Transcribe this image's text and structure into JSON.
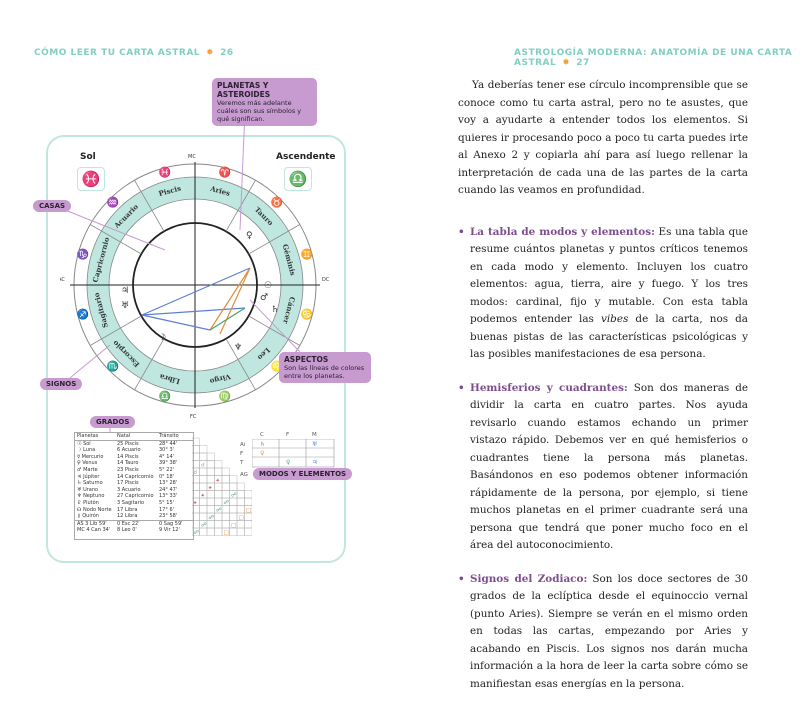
{
  "left_page": {
    "header": {
      "title": "CÓMO LEER TU CARTA ASTRAL",
      "star": "✸",
      "page_number": "26"
    },
    "card": {
      "sol_label": "Sol",
      "ascendente_label": "Ascendente",
      "sol_glyph": "♓",
      "ascendente_glyph": "♎",
      "wheel_signs": [
        "Piscis",
        "Aries",
        "Tauro",
        "Géminis",
        "Cáncer",
        "Leo",
        "Virgo",
        "Libra",
        "Escorpio",
        "Sagitario",
        "Capricornio",
        "Acuario"
      ],
      "wheel_glyphs": [
        "♓",
        "♈",
        "♉",
        "♊",
        "♋",
        "♌",
        "♍",
        "♎",
        "♏",
        "♐",
        "♑",
        "♒"
      ],
      "axis_labels": {
        "mc": "MC",
        "ac": "AC",
        "dc": "DC",
        "fc": "FC"
      },
      "callouts": {
        "planetas": {
          "title": "PLANETAS Y ASTEROIDES",
          "text": "Veremos más adelante cuáles son sus símbolos y qué significan."
        },
        "casas": {
          "title": "CASAS"
        },
        "signos": {
          "title": "SIGNOS"
        },
        "aspectos": {
          "title": "ASPECTOS",
          "text": "Son las líneas de colores entre los planetas."
        },
        "grados": {
          "title": "GRADOS"
        },
        "modos": {
          "title": "MODOS Y ELEMENTOS"
        }
      },
      "degree_table": {
        "headers": [
          "Planetas",
          "Natal",
          "Tránsito"
        ],
        "rows": [
          [
            "☉ Sol",
            "25 Piscis",
            "28° 44'"
          ],
          [
            "☽ Luna",
            "6 Acuario",
            "30° 3'"
          ],
          [
            "☿ Mercurio",
            "14 Piscis",
            "4° 14'"
          ],
          [
            "♀ Venus",
            "14 Tauro",
            "39° 38'"
          ],
          [
            "♂ Marte",
            "23 Piscis",
            "5° 22'"
          ],
          [
            "♃ Júpiter",
            "14 Capricornio",
            "0° 18'"
          ],
          [
            "♄ Saturno",
            "17 Piscis",
            "13° 28'"
          ],
          [
            "♅ Urano",
            "3 Acuario",
            "24° 47'"
          ],
          [
            "♆ Neptuno",
            "27 Capricornio",
            "13° 33'"
          ],
          [
            "♇ Plutón",
            "3 Sagitario",
            "5° 15'"
          ],
          [
            "☊ Nodo Norte",
            "17 Libra",
            "17° 6'"
          ],
          [
            "⚷ Quirón",
            "12 Libra",
            "23° 58'"
          ]
        ],
        "footer": [
          [
            "AS 3 Lib 59'",
            "0 Esc 22'",
            "0 Sag 59'"
          ],
          [
            "MC 4 Can 34'",
            "8 Leo 0'",
            "9 Vir 12'"
          ]
        ]
      },
      "modes_grid": {
        "cols": [
          "C",
          "F",
          "M"
        ],
        "rows": [
          "Ai",
          "F",
          "T",
          "AG"
        ]
      }
    }
  },
  "right_page": {
    "header": {
      "title": "ASTROLOGÍA MODERNA: ANATOMÍA DE UNA CARTA ASTRAL",
      "star": "✸",
      "page_number": "27"
    },
    "intro": "Ya deberías tener ese círculo incomprensible que se conoce como tu carta astral, pero no te asustes, que voy a ayudarte a entender todos los elementos. Si quieres ir procesando poco a poco tu carta puedes irte al Anexo 2 y copiarla ahí para así luego rellenar la interpretación de cada una de las partes de la carta cuando las veamos en profundidad.",
    "bullets": [
      {
        "term": "La tabla de modos y elementos:",
        "pre": " Es una tabla que resume cuántos planetas y puntos críticos tenemos en cada modo y elemento. Incluyen los cuatro elementos: agua, tierra, aire y fuego. Y los tres modos: cardinal, fijo y mutable. Con esta tabla podemos entender las ",
        "em": "vibes",
        "post": " de la carta, nos da buenas pistas de las características psicológicas y las posibles manifestaciones de esa persona."
      },
      {
        "term": "Hemisferios y cuadrantes:",
        "pre": " Son dos maneras de dividir la carta en cuatro partes. Nos ayuda revisarlo cuando estamos echando un primer vistazo rápido. Debemos ver en qué hemisferios o cuadrantes tiene la persona más planetas. Basándonos en eso podemos obtener información rápidamente de la persona, por ejemplo, si tiene muchos planetas en el primer cuadrante será una persona que tendrá que poner mucho foco en el área del autoconocimiento.",
        "em": "",
        "post": ""
      },
      {
        "term": "Signos del Zodiaco:",
        "pre": " Son los doce sectores de 30 grados de la eclíptica desde el equinoccio vernal (punto Aries). Siempre se verán en el mismo orden en todas las cartas, empezando por Aries y acabando en Piscis. Los signos nos darán mucha información a la hora de leer la carta sobre cómo se manifiestan esas energías en la persona.",
        "em": "",
        "post": ""
      }
    ]
  },
  "colors": {
    "accent_teal": "#7fcfc3",
    "accent_purple": "#c79bd0",
    "term_purple": "#7e4d8f",
    "star_orange": "#f2a23a"
  }
}
